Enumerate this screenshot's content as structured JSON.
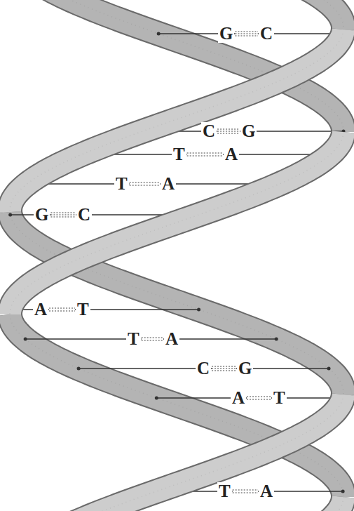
{
  "diagram": {
    "labels": [
      "G",
      "C",
      "C",
      "G",
      "T",
      "A",
      "T",
      "A",
      "G",
      "C",
      "A",
      "T",
      "T",
      "A",
      "C",
      "G",
      "A",
      "T",
      "T",
      "A"
    ]
  }
}
